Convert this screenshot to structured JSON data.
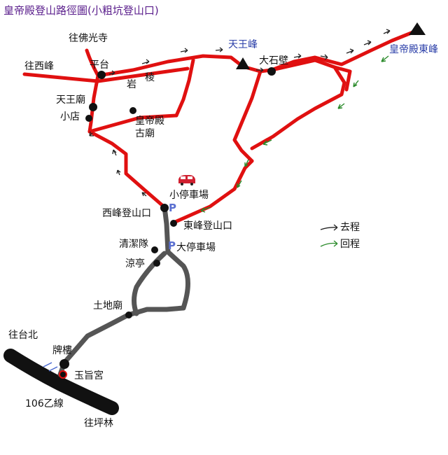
{
  "title": "皇帝殿登山路徑圖(小粗坑登山口)",
  "colors": {
    "ascent_route": "#e01010",
    "road": "#505050",
    "highway": "#111111",
    "peak_label": "#2a3ea8",
    "title": "#5a1e8c",
    "return_arrow": "#2a8a2a",
    "parking": "#5a6fd0"
  },
  "labels": {
    "to_foguang": "往佛光寺",
    "to_xifeng": "往西峰",
    "pingtai": "平台",
    "yan": "岩",
    "ling": "稜",
    "tianwang_miao": "天王廟",
    "xiaodian": "小店",
    "old_temple_line1": "皇帝殿",
    "old_temple_line2": "古廟",
    "tianwang_peak": "天王峰",
    "dashibi": "大石壁",
    "east_peak": "皇帝殿東峰",
    "small_parking": "小停車場",
    "west_trailhead": "西峰登山口",
    "east_trailhead": "東峰登山口",
    "qingjie": "清潔隊",
    "big_parking": "大停車場",
    "liangting": "涼亭",
    "tudi_miao": "土地廟",
    "to_taipei": "往台北",
    "paifang": "牌樓",
    "yuzhi_gong": "玉旨宮",
    "highway_106": "106乙線",
    "to_pinglin": "往坪林",
    "parking_mark_1": "P",
    "parking_mark_2": "P"
  },
  "legend": {
    "go_label": "去程",
    "return_label": "回程"
  }
}
